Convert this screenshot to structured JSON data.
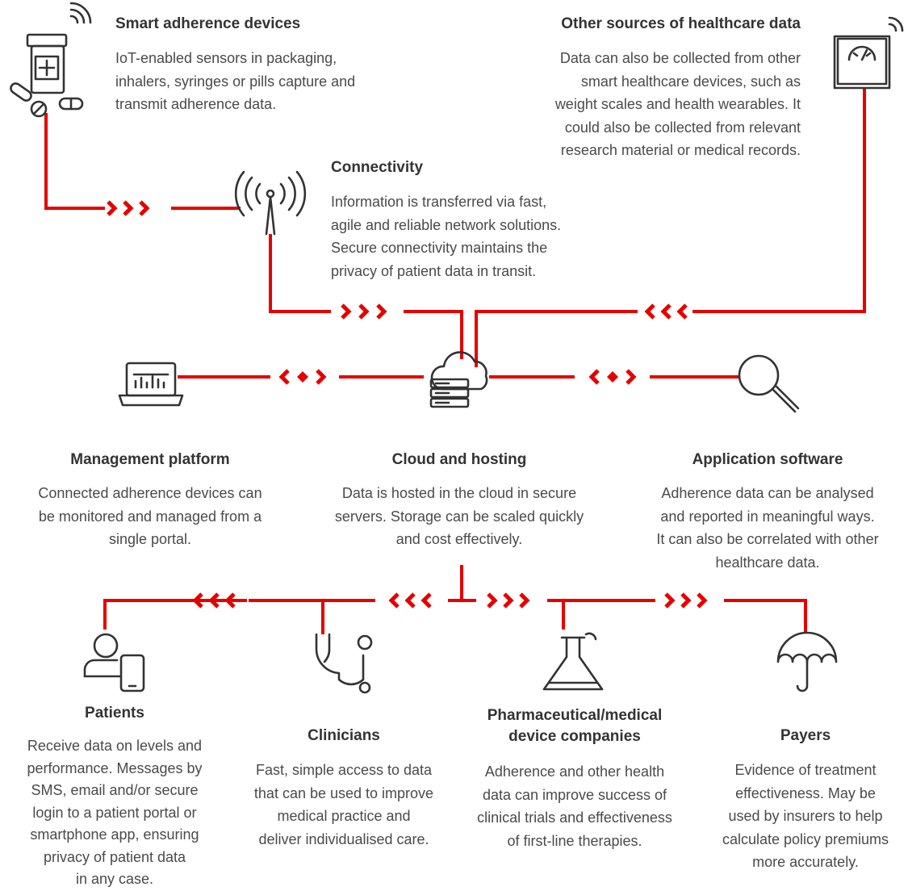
{
  "colors": {
    "accent": "#e60000",
    "icon": "#333333",
    "text": "#4a4a4a"
  },
  "nodes": {
    "smart_devices": {
      "icon": "pill-bottle-icon",
      "title": "Smart adherence devices",
      "lines": [
        "IoT-enabled sensors in packaging,",
        "inhalers, syringes or pills capture and",
        "transmit adherence data."
      ]
    },
    "other_sources": {
      "icon": "weight-scale-icon",
      "title": "Other sources of healthcare data",
      "lines": [
        "Data can also be collected from other",
        "smart healthcare devices, such as",
        "weight scales and health wearables. It",
        "could also be collected from relevant",
        "research material or medical records."
      ]
    },
    "connectivity": {
      "icon": "antenna-icon",
      "title": "Connectivity",
      "lines": [
        "Information is transferred via fast,",
        "agile and reliable network solutions.",
        "Secure connectivity maintains the",
        "privacy of patient data in transit."
      ]
    },
    "management": {
      "icon": "laptop-dashboard-icon",
      "title": "Management platform",
      "lines": [
        "Connected adherence devices can",
        "be monitored and managed from a",
        "single portal."
      ]
    },
    "cloud": {
      "icon": "cloud-server-icon",
      "title": "Cloud and hosting",
      "lines": [
        "Data is hosted in the cloud in secure",
        "servers. Storage can be scaled quickly",
        "and cost effectively."
      ]
    },
    "application": {
      "icon": "magnifier-icon",
      "title": "Application software",
      "lines": [
        "Adherence data can be analysed",
        "and reported in meaningful ways.",
        "It can also be correlated with other",
        "healthcare data."
      ]
    },
    "patients": {
      "icon": "patient-phone-icon",
      "title": "Patients",
      "lines": [
        "Receive data on levels and",
        "performance. Messages by",
        "SMS, email and/or secure",
        "login to a patient portal or",
        "smartphone app, ensuring",
        "privacy of patient data",
        "in any case."
      ]
    },
    "clinicians": {
      "icon": "stethoscope-icon",
      "title": "Clinicians",
      "lines": [
        "Fast, simple access to data",
        "that can be used to improve",
        "medical practice and",
        "deliver individualised care."
      ]
    },
    "pharma": {
      "icon": "flask-icon",
      "title_lines": [
        "Pharmaceutical/medical",
        "device companies"
      ],
      "lines": [
        "Adherence and other health",
        "data can improve success of",
        "clinical trials and effectiveness",
        "of first-line therapies."
      ]
    },
    "payers": {
      "icon": "umbrella-icon",
      "title": "Payers",
      "lines": [
        "Evidence of treatment",
        "effectiveness. May be",
        "used by insurers to help",
        "calculate policy premiums",
        "more accurately."
      ]
    }
  }
}
